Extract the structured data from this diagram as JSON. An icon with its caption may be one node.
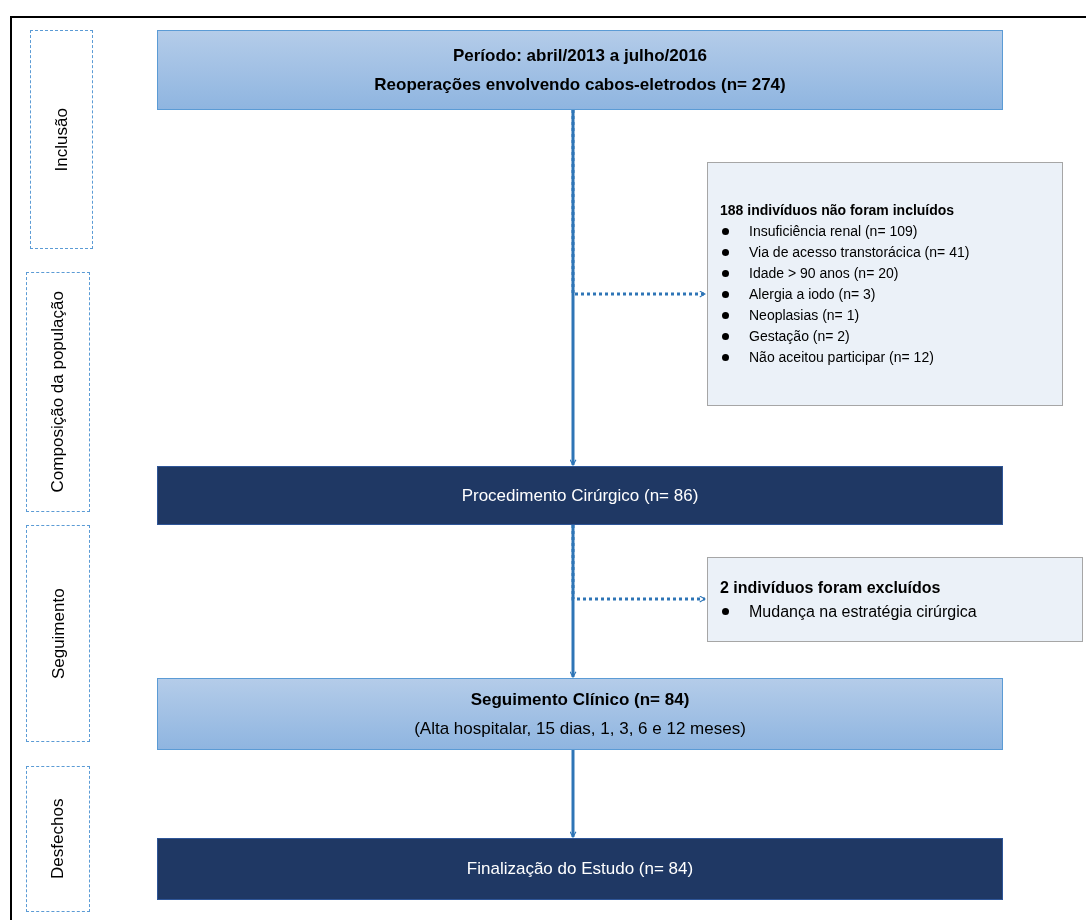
{
  "diagram": {
    "nodes": [
      {
        "text": [
          "Inclusão"
        ]
      },
      {
        "text": [
          "Composição da população"
        ]
      },
      {
        "text": [
          "Seguimento"
        ]
      },
      {
        "text": [
          "Desfechos"
        ]
      },
      {
        "text": [
          "Período: abril/2013 a julho/2016",
          "Reoperações envolvendo cabos-eletrodos (n= 274)"
        ]
      },
      {
        "text": [
          "188 indivíduos não foram incluídos",
          "Insuficiência renal (n= 109)",
          "Via de acesso transtorácica (n= 41)",
          "Idade > 90 anos (n= 20)",
          "Alergia a iodo (n= 3)",
          "Neoplasias (n= 1)",
          "Gestação (n= 2)",
          "Não aceitou participar (n= 12)"
        ]
      },
      {
        "text": [
          "Procedimento Cirúrgico (n= 86)"
        ]
      },
      {
        "text": [
          "2 indivíduos foram excluídos",
          "Mudança na estratégia cirúrgica"
        ]
      },
      {
        "text": [
          "Seguimento Clínico (n= 84)",
          "(Alta hospitalar, 15 dias, 1, 3, 6 e 12 meses)"
        ]
      },
      {
        "text": [
          "Finalização do Estudo (n= 84)"
        ]
      }
    ],
    "edges": [
      {
        "from": 4,
        "to": 6,
        "arrow": "to"
      },
      {
        "from": 4,
        "to": 5,
        "arrow": "to",
        "style": "dashed"
      },
      {
        "from": 6,
        "to": 8,
        "arrow": "to"
      },
      {
        "from": 6,
        "to": 7,
        "arrow": "to",
        "style": "dashed"
      },
      {
        "from": 8,
        "to": 9,
        "arrow": "to"
      }
    ]
  }
}
